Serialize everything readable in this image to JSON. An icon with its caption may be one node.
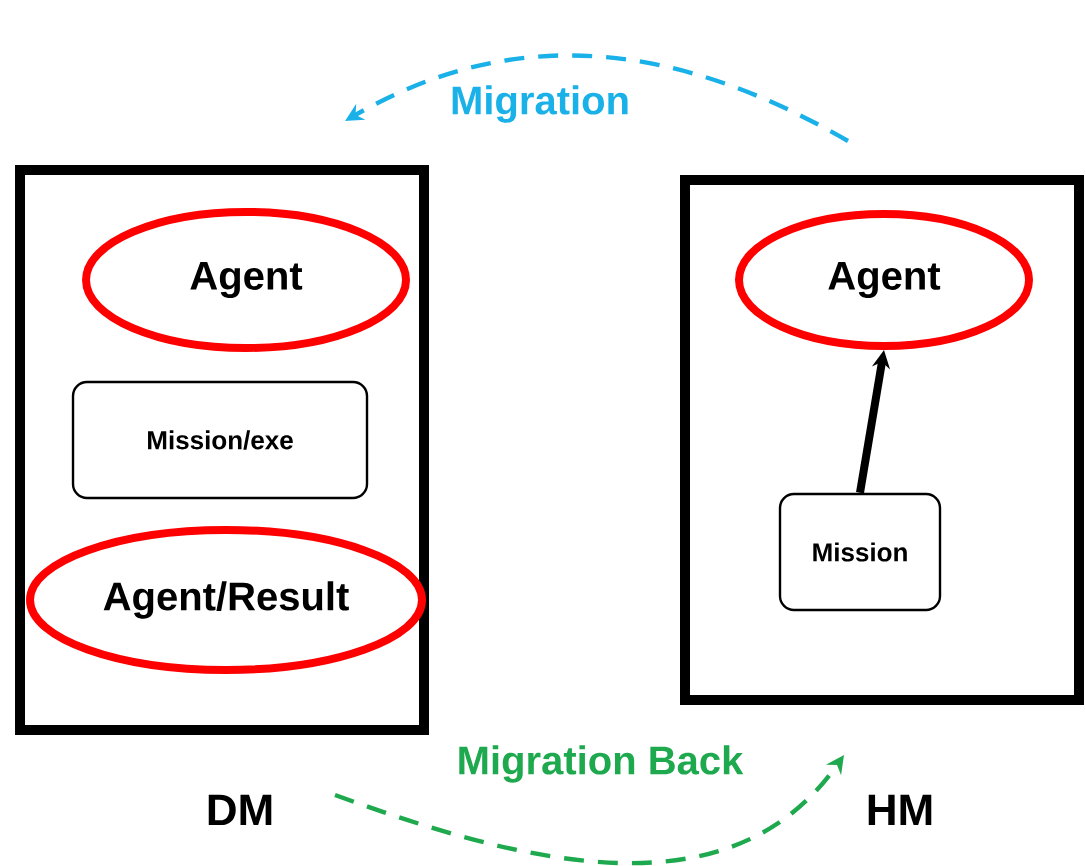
{
  "diagram": {
    "nodes": [
      {
        "text": [],
        "shape": "box",
        "beside": [
          "DM"
        ]
      },
      {
        "text": [
          "Agent"
        ],
        "in": 0
      },
      {
        "text": [
          "Mission/exe"
        ],
        "in": 0
      },
      {
        "text": [
          "Agent/Result"
        ],
        "in": 0
      },
      {
        "text": [],
        "shape": "box",
        "beside": [
          "HM"
        ]
      },
      {
        "text": [
          "Agent"
        ],
        "in": 4
      },
      {
        "text": [
          "Mission"
        ],
        "in": 4
      }
    ],
    "edges": [
      {
        "from": 4,
        "to": 0,
        "arrow": "to",
        "label": "Migration",
        "style": "dashed",
        "color": "#1ab0e8"
      },
      {
        "from": 0,
        "to": 4,
        "arrow": "to",
        "label": "Migration Back",
        "style": "dashed",
        "color": "#1ea94e"
      },
      {
        "from": 6,
        "to": 5,
        "arrow": "to",
        "style": "thick",
        "color": "#000000"
      }
    ]
  }
}
